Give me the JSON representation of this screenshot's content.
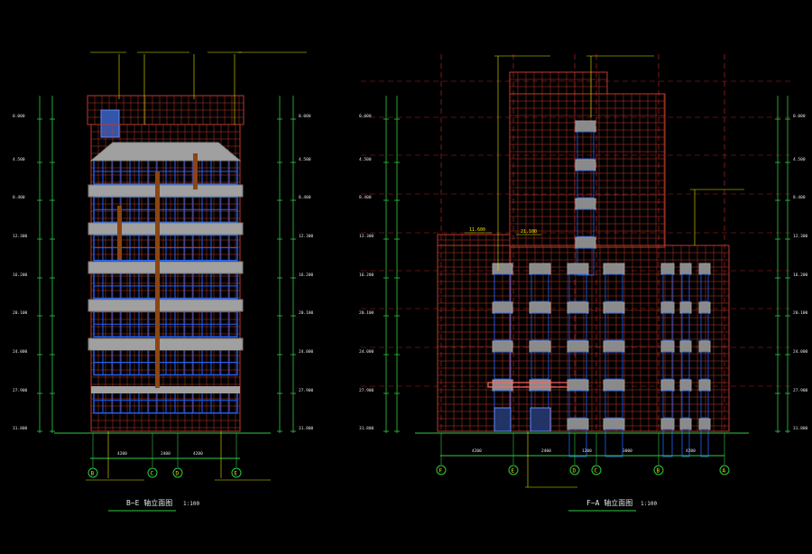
{
  "drawing": {
    "background": "#000000",
    "colors": {
      "grid_red": "#c0392b",
      "axis_dash": "#b22222",
      "dim_green": "#2ecc40",
      "glass_blue": "#1e64ff",
      "slab_gray": "#a0a0a0",
      "column_brown": "#8b4513",
      "text_white": "#e8e8e8",
      "text_yellow": "#e6e600",
      "axis_circle": "#2ecc40"
    }
  },
  "left_elevation": {
    "title": "B~E 轴立面图",
    "scale": "1:100",
    "level_labels": [
      "0.000",
      "4.500",
      "8.400",
      "12.300",
      "16.200",
      "20.100",
      "24.000",
      "27.900",
      "31.800"
    ],
    "axis_labels": [
      "B",
      "C",
      "D",
      "E"
    ],
    "dims_bottom": [
      "4200",
      "2400",
      "4200"
    ]
  },
  "right_elevation": {
    "title": "F~A 轴立面图",
    "scale": "1:100",
    "callouts": [
      "11.600",
      "21.100"
    ],
    "level_labels": [
      "0.000",
      "4.500",
      "8.400",
      "12.300",
      "16.200",
      "20.100",
      "24.000",
      "27.900",
      "31.800"
    ],
    "axis_labels": [
      "F",
      "E",
      "D",
      "C",
      "B",
      "A"
    ],
    "dims_bottom": [
      "4200",
      "2400",
      "1200",
      "3000",
      "4200"
    ]
  }
}
